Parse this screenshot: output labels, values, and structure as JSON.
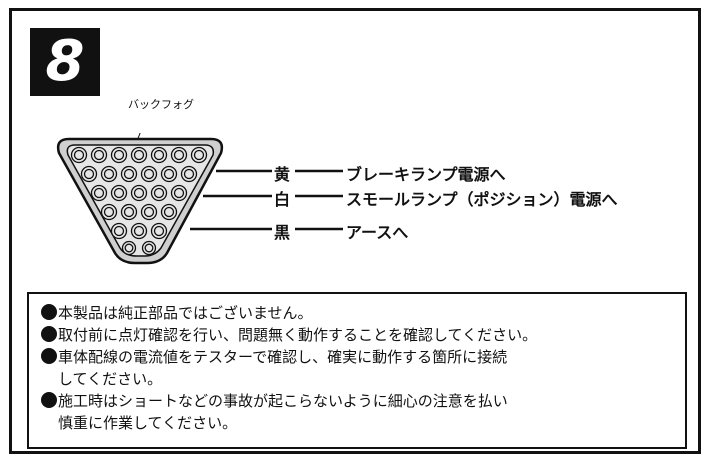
{
  "step": {
    "number": "8"
  },
  "diagram": {
    "callout_label": "バックフォグ",
    "wires": [
      {
        "color_label": "黄",
        "destination": "ブレーキランプ電源へ"
      },
      {
        "color_label": "白",
        "destination": "スモールランプ（ポジション）電源へ"
      },
      {
        "color_label": "黒",
        "destination": "アースへ"
      }
    ]
  },
  "notes": [
    {
      "lines": [
        "本製品は純正部品ではございません。"
      ]
    },
    {
      "lines": [
        "取付前に点灯確認を行い、問題無く動作することを確認してください。"
      ]
    },
    {
      "lines": [
        "車体配線の電流値をテスターで確認し、確実に動作する箇所に接続",
        "してください。"
      ]
    },
    {
      "lines": [
        "施工時はショートなどの事故が起こらないように細心の注意を払い",
        "慎重に作業してください。"
      ]
    }
  ]
}
